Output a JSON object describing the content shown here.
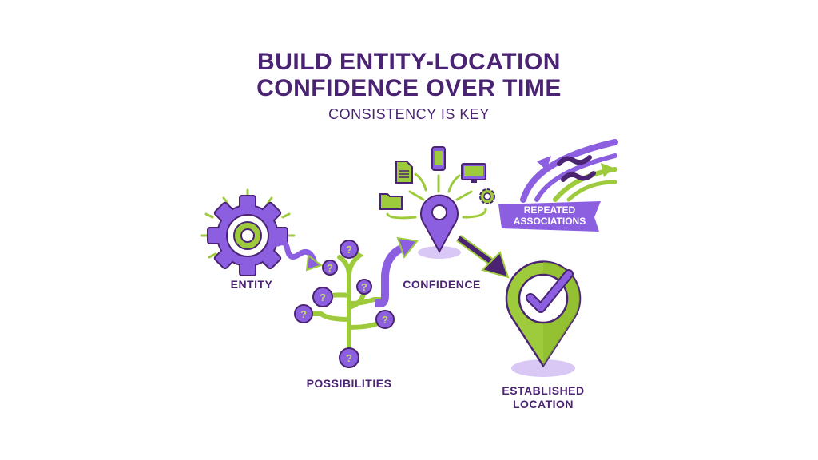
{
  "header": {
    "title_line1": "BUILD ENTITY-LOCATION",
    "title_line2": "CONFIDENCE OVER TIME",
    "subtitle": "CONSISTENCY IS KEY"
  },
  "stages": {
    "entity": "ENTITY",
    "possibilities": "POSSIBILITIES",
    "confidence": "CONFIDENCE",
    "established_line1": "ESTABLISHED",
    "established_line2": "LOCATION"
  },
  "banner": {
    "line1": "REPEATED",
    "line2": "ASSOCIATIONS"
  },
  "question_mark": "?",
  "colors": {
    "purple": "#8b5fe0",
    "dark_purple": "#4a2373",
    "green": "#9dcb3b",
    "light_purple": "#d9c8f5"
  }
}
